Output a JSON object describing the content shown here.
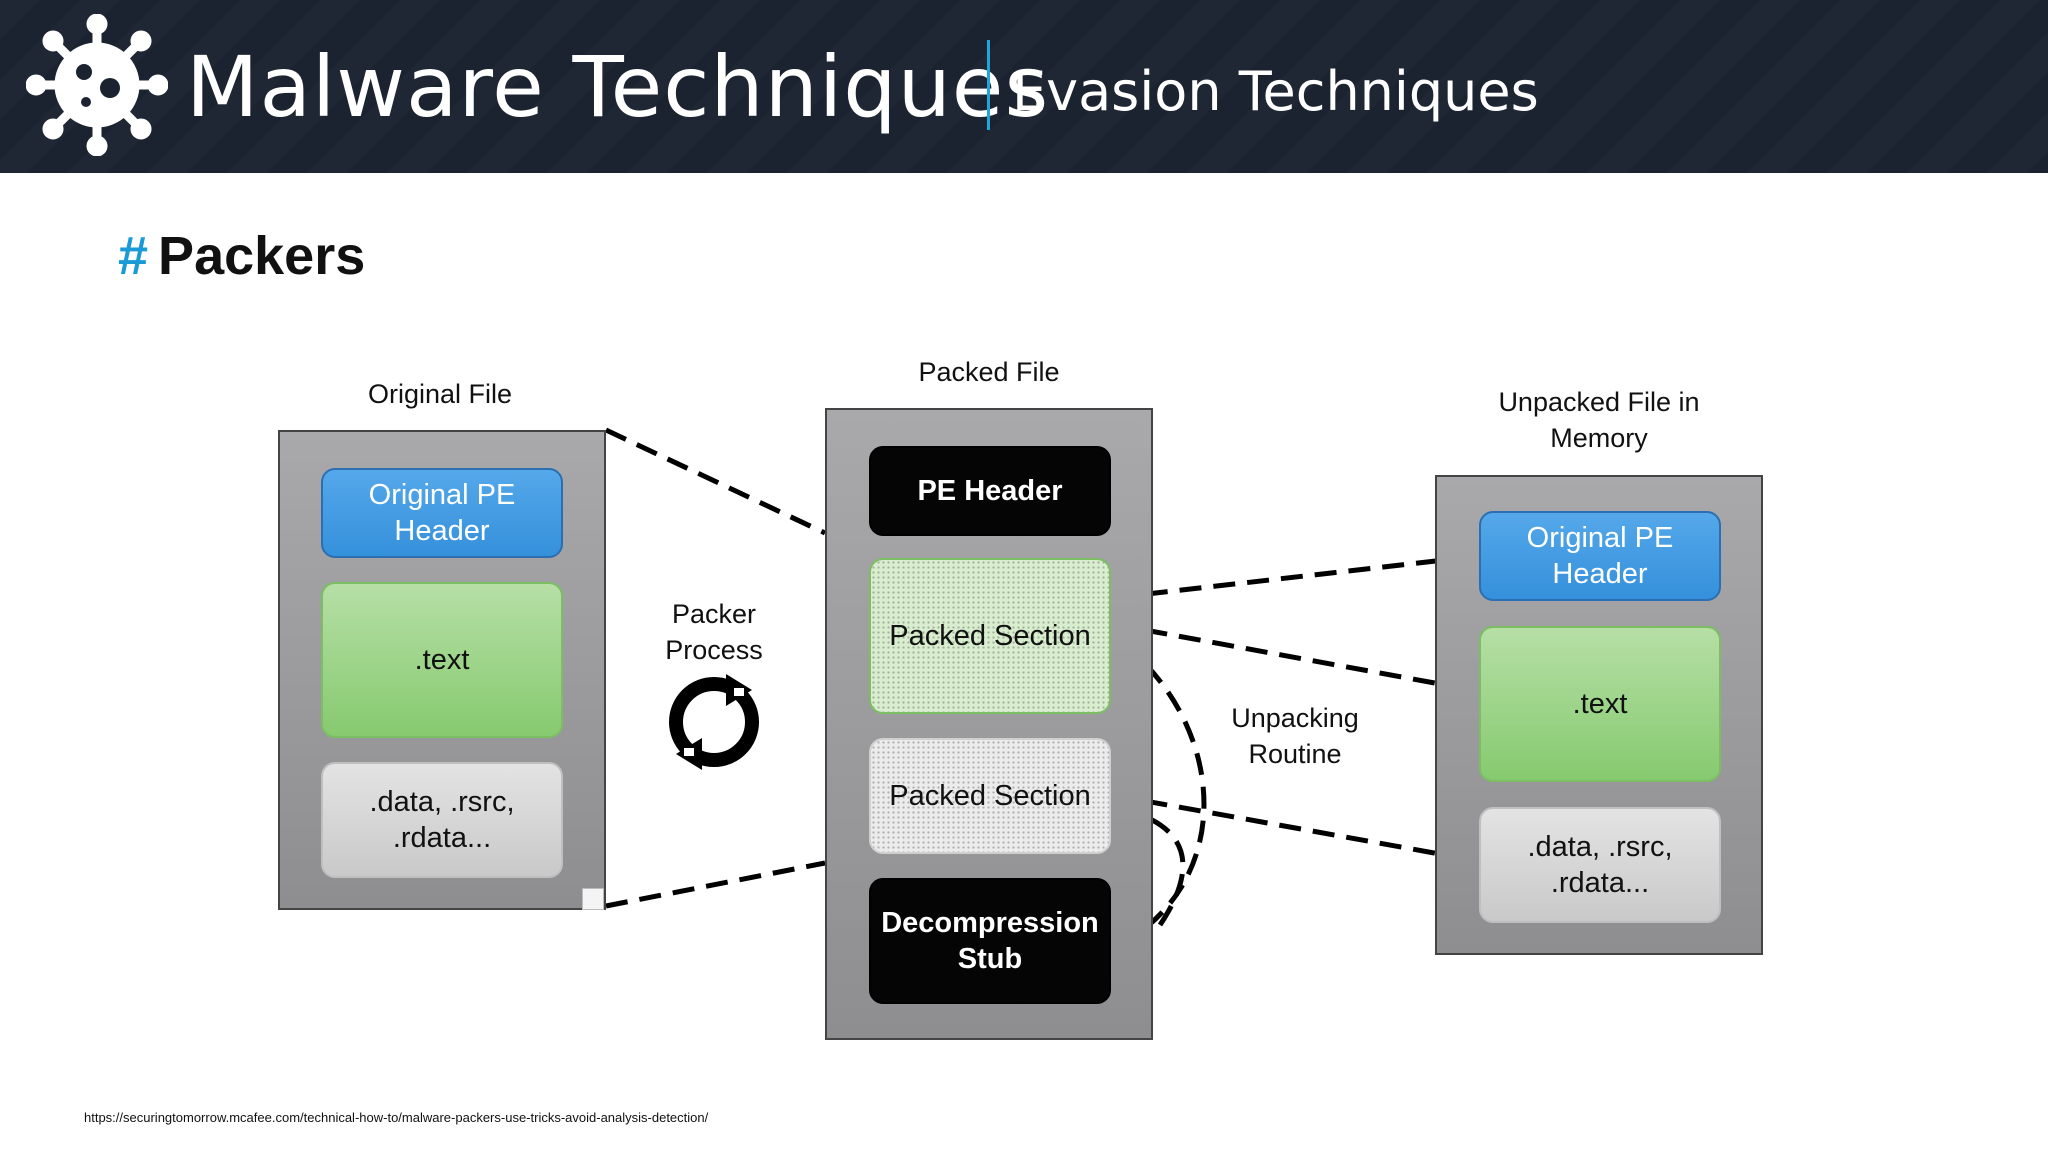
{
  "header": {
    "app_title": "Malware Techniques",
    "section_title": "Evasion Techniques",
    "logo_icon": "virus-icon",
    "accent_color": "#1fa6d9",
    "background_color": "#1c2330"
  },
  "slide": {
    "hash": "#",
    "heading": "Packers"
  },
  "diagram": {
    "original_file": {
      "label": "Original File",
      "sections": [
        {
          "text": "Original PE Header",
          "line1": "Original PE",
          "line2": "Header",
          "color": "#3d96de"
        },
        {
          "text": ".text",
          "color": "#8fce78"
        },
        {
          "text": ".data, .rsrc, .rdata...",
          "line1": ".data, .rsrc,",
          "line2": ".rdata...",
          "color": "#d4d4d4"
        }
      ]
    },
    "packer_process": {
      "line1": "Packer",
      "line2": "Process",
      "icon": "refresh-cycle-icon"
    },
    "packed_file": {
      "label": "Packed File",
      "sections": [
        {
          "text": "PE Header",
          "color": "#000000"
        },
        {
          "text": "Packed Section",
          "color": "#d9eecf"
        },
        {
          "text": "Packed Section",
          "color": "#ececec"
        },
        {
          "text": "Decompression Stub",
          "line1": "Decompression",
          "line2": "Stub",
          "color": "#000000"
        }
      ]
    },
    "unpacking_routine": {
      "line1": "Unpacking",
      "line2": "Routine"
    },
    "unpacked_file": {
      "label_line1": "Unpacked File in",
      "label_line2": "Memory",
      "sections": [
        {
          "text": "Original PE Header",
          "line1": "Original PE",
          "line2": "Header",
          "color": "#3d96de"
        },
        {
          "text": ".text",
          "color": "#8fce78"
        },
        {
          "text": ".data, .rsrc, .rdata...",
          "line1": ".data, .rsrc,",
          "line2": ".rdata...",
          "color": "#d4d4d4"
        }
      ]
    }
  },
  "footer": {
    "source_url": "https://securingtomorrow.mcafee.com/technical-how-to/malware-packers-use-tricks-avoid-analysis-detection/"
  }
}
